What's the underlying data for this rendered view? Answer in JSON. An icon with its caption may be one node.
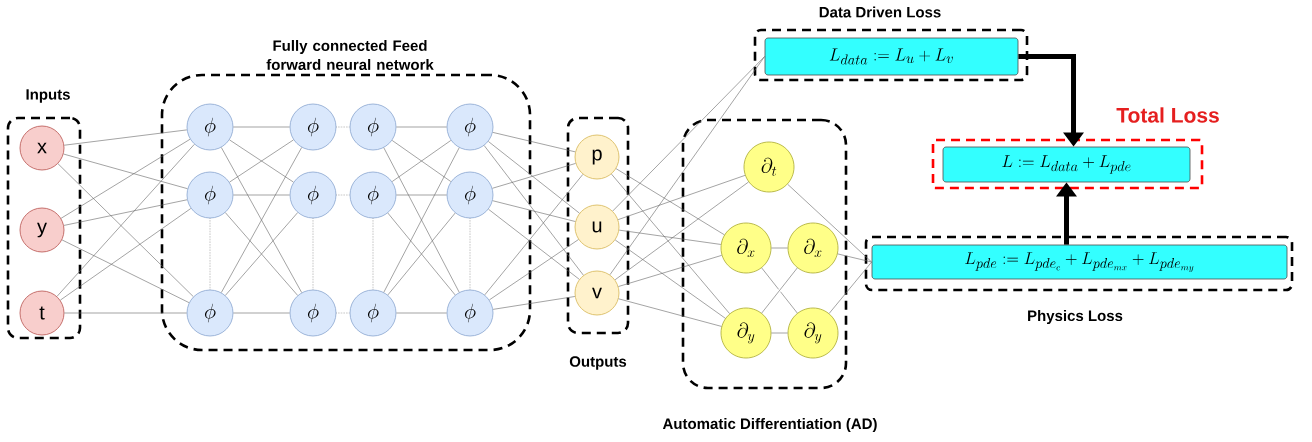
{
  "diagram": {
    "nodes": [
      {
        "text": [
          "Inputs"
        ]
      },
      {
        "text": [
          "x"
        ],
        "in": 0
      },
      {
        "text": [
          "y"
        ],
        "in": 0
      },
      {
        "text": [
          "t"
        ],
        "in": 0
      },
      {
        "text": [
          "Fully connected Feed forward neural network"
        ]
      },
      {
        "text": [
          "\\phi"
        ],
        "in": 4
      },
      {
        "text": [
          "\\phi"
        ],
        "in": 4
      },
      {
        "text": [
          "\\phi"
        ],
        "in": 4
      },
      {
        "text": [
          "\\phi"
        ],
        "in": 4
      },
      {
        "text": [
          "\\phi"
        ],
        "in": 4
      },
      {
        "text": [
          "\\phi"
        ],
        "in": 4
      },
      {
        "text": [
          "\\phi"
        ],
        "in": 4
      },
      {
        "text": [
          "\\phi"
        ],
        "in": 4
      },
      {
        "text": [
          "\\phi"
        ],
        "in": 4
      },
      {
        "text": [
          "\\phi"
        ],
        "in": 4
      },
      {
        "text": [
          "\\phi"
        ],
        "in": 4
      },
      {
        "text": [
          "\\phi"
        ],
        "in": 4
      },
      {
        "text": [
          "Outputs"
        ]
      },
      {
        "text": [
          "p"
        ],
        "in": 17
      },
      {
        "text": [
          "u"
        ],
        "in": 17
      },
      {
        "text": [
          "v"
        ],
        "in": 17
      },
      {
        "text": [
          "Data Driven Loss"
        ]
      },
      {
        "text": [
          "L_{data} := L_u + L_v"
        ],
        "in": 21
      },
      {
        "text": [
          "Automatic Differentiation (AD)"
        ]
      },
      {
        "text": [
          "\\partial_t"
        ],
        "in": 23
      },
      {
        "text": [
          "\\partial_x"
        ],
        "in": 23
      },
      {
        "text": [
          "\\partial_y"
        ],
        "in": 23
      },
      {
        "text": [
          "\\partial_x"
        ],
        "in": 23
      },
      {
        "text": [
          "\\partial_y"
        ],
        "in": 23
      },
      {
        "text": [
          "Total Loss"
        ]
      },
      {
        "text": [
          "L := L_{data} + L_{pde}"
        ],
        "in": 29
      },
      {
        "text": [
          "Physics Loss"
        ]
      },
      {
        "text": [
          "L_{pde} := L_{pde_c} + L_{pde_{mx}} + L_{pde_{my}}"
        ],
        "in": 31
      }
    ],
    "edges": [
      {
        "from": 1,
        "to": 5,
        "arrow": "none"
      },
      {
        "from": 1,
        "to": 6,
        "arrow": "none"
      },
      {
        "from": 1,
        "to": 7,
        "arrow": "none"
      },
      {
        "from": 2,
        "to": 5,
        "arrow": "none"
      },
      {
        "from": 2,
        "to": 6,
        "arrow": "none"
      },
      {
        "from": 2,
        "to": 7,
        "arrow": "none"
      },
      {
        "from": 3,
        "to": 5,
        "arrow": "none"
      },
      {
        "from": 3,
        "to": 6,
        "arrow": "none"
      },
      {
        "from": 3,
        "to": 7,
        "arrow": "none"
      },
      {
        "from": 5,
        "to": 8,
        "arrow": "none"
      },
      {
        "from": 5,
        "to": 9,
        "arrow": "none"
      },
      {
        "from": 5,
        "to": 10,
        "arrow": "none"
      },
      {
        "from": 6,
        "to": 8,
        "arrow": "none"
      },
      {
        "from": 6,
        "to": 9,
        "arrow": "none"
      },
      {
        "from": 6,
        "to": 10,
        "arrow": "none"
      },
      {
        "from": 7,
        "to": 8,
        "arrow": "none"
      },
      {
        "from": 7,
        "to": 9,
        "arrow": "none"
      },
      {
        "from": 7,
        "to": 10,
        "arrow": "none"
      },
      {
        "from": 8,
        "to": 11,
        "arrow": "none",
        "style": "dashed"
      },
      {
        "from": 9,
        "to": 12,
        "arrow": "none",
        "style": "dashed"
      },
      {
        "from": 10,
        "to": 13,
        "arrow": "none",
        "style": "dashed"
      },
      {
        "from": 11,
        "to": 14,
        "arrow": "none"
      },
      {
        "from": 11,
        "to": 15,
        "arrow": "none"
      },
      {
        "from": 11,
        "to": 16,
        "arrow": "none"
      },
      {
        "from": 12,
        "to": 14,
        "arrow": "none"
      },
      {
        "from": 12,
        "to": 15,
        "arrow": "none"
      },
      {
        "from": 12,
        "to": 16,
        "arrow": "none"
      },
      {
        "from": 13,
        "to": 14,
        "arrow": "none"
      },
      {
        "from": 13,
        "to": 15,
        "arrow": "none"
      },
      {
        "from": 13,
        "to": 16,
        "arrow": "none"
      },
      {
        "from": 14,
        "to": 18,
        "arrow": "none"
      },
      {
        "from": 14,
        "to": 19,
        "arrow": "none"
      },
      {
        "from": 14,
        "to": 20,
        "arrow": "none"
      },
      {
        "from": 15,
        "to": 18,
        "arrow": "none"
      },
      {
        "from": 15,
        "to": 19,
        "arrow": "none"
      },
      {
        "from": 15,
        "to": 20,
        "arrow": "none"
      },
      {
        "from": 16,
        "to": 18,
        "arrow": "none"
      },
      {
        "from": 16,
        "to": 19,
        "arrow": "none"
      },
      {
        "from": 16,
        "to": 20,
        "arrow": "none"
      },
      {
        "from": 6,
        "to": 7,
        "arrow": "none",
        "style": "dashed"
      },
      {
        "from": 9,
        "to": 10,
        "arrow": "none",
        "style": "dashed"
      },
      {
        "from": 12,
        "to": 13,
        "arrow": "none",
        "style": "dashed"
      },
      {
        "from": 15,
        "to": 16,
        "arrow": "none",
        "style": "dashed"
      },
      {
        "from": 19,
        "to": 22,
        "arrow": "none"
      },
      {
        "from": 20,
        "to": 22,
        "arrow": "none"
      },
      {
        "from": 18,
        "to": 25,
        "arrow": "none"
      },
      {
        "from": 18,
        "to": 26,
        "arrow": "none"
      },
      {
        "from": 19,
        "to": 24,
        "arrow": "none"
      },
      {
        "from": 19,
        "to": 25,
        "arrow": "none"
      },
      {
        "from": 19,
        "to": 26,
        "arrow": "none"
      },
      {
        "from": 20,
        "to": 24,
        "arrow": "none"
      },
      {
        "from": 20,
        "to": 25,
        "arrow": "none"
      },
      {
        "from": 20,
        "to": 26,
        "arrow": "none"
      },
      {
        "from": 25,
        "to": 27,
        "arrow": "none"
      },
      {
        "from": 25,
        "to": 28,
        "arrow": "none"
      },
      {
        "from": 26,
        "to": 27,
        "arrow": "none"
      },
      {
        "from": 26,
        "to": 28,
        "arrow": "none"
      },
      {
        "from": 24,
        "to": 32,
        "arrow": "none"
      },
      {
        "from": 27,
        "to": 32,
        "arrow": "none"
      },
      {
        "from": 28,
        "to": 32,
        "arrow": "none"
      },
      {
        "from": 22,
        "to": 30,
        "arrow": "to",
        "style": "thick",
        "color": "#000000"
      },
      {
        "from": 32,
        "to": 30,
        "arrow": "to",
        "style": "thick",
        "color": "#000000"
      }
    ]
  }
}
